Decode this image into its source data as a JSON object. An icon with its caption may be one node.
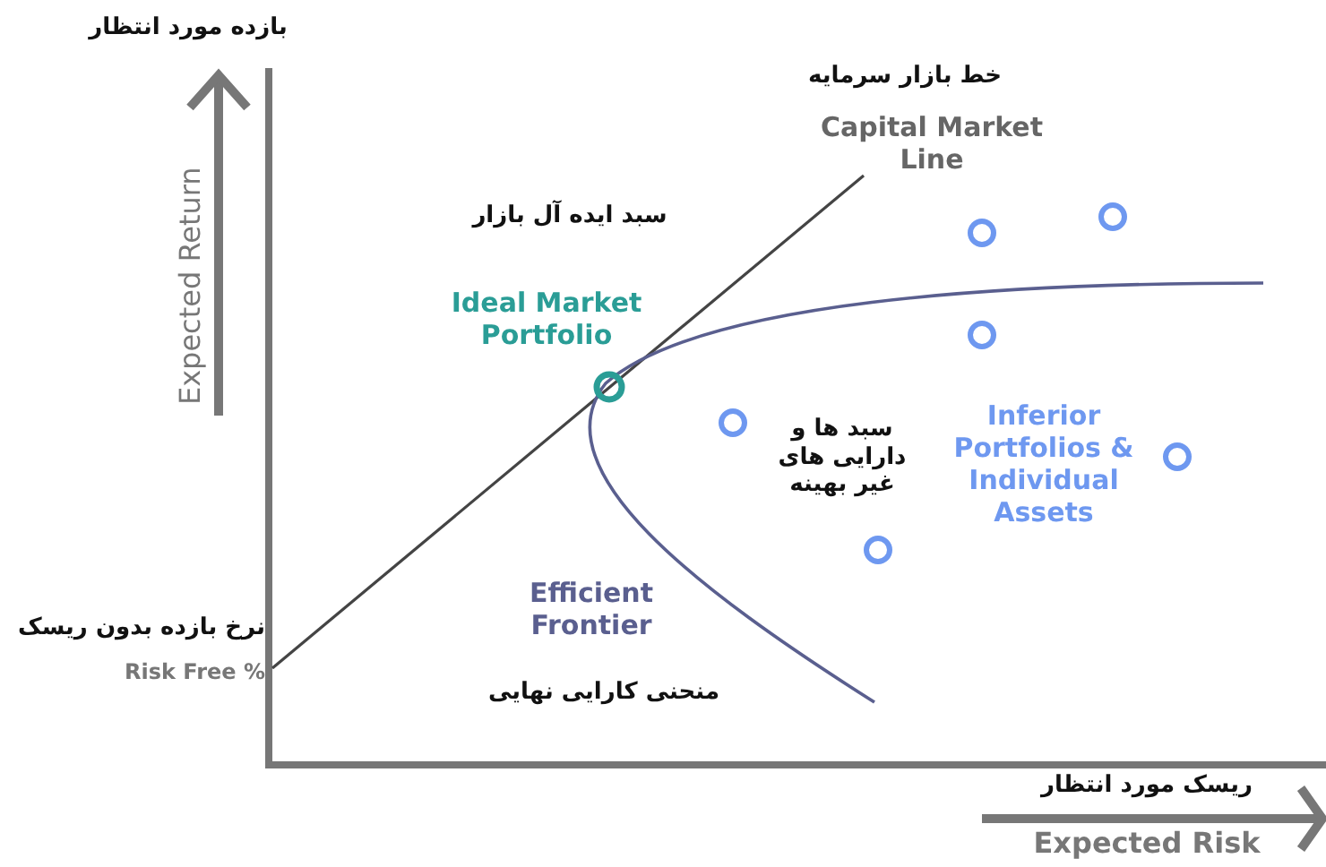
{
  "diagram": {
    "labels": [
      "بازده مورد انتظار",
      "خط بازار سرمایه",
      "Capital Market Line",
      "Expected Return",
      "سبد ایده آل بازار",
      "Ideal Market Portfolio",
      "Inferior Portfolios & Individual Assets",
      "سبد ها و دارایی های غیر بهینه",
      "Efficient Frontier",
      "نرخ بازده بدون ریسک",
      "Risk Free %",
      "منحنی کارایی نهایی",
      "ریسک مورد انتظار",
      "Expected Risk"
    ]
  }
}
